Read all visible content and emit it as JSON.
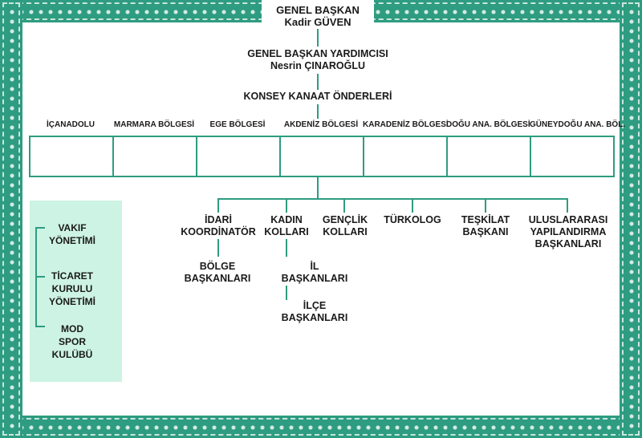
{
  "president": {
    "title": "GENEL BAŞKAN",
    "name": "Kadir GÜVEN"
  },
  "vice_president": {
    "title": "GENEL BAŞKAN YARDIMCISI",
    "name": "Nesrin ÇINAROĞLU"
  },
  "council": "KONSEY KANAAT ÖNDERLERİ",
  "regions": [
    "İÇANADOLU",
    "MARMARA BÖLGESİ",
    "EGE BÖLGESİ",
    "AKDENİZ BÖLGESİ",
    "KARADENİZ BÖLGESİ",
    "DOĞU ANA. BÖLGESİ",
    "GÜNEYDOĞU ANA. BÖL."
  ],
  "departments": {
    "admin": [
      "İDARİ",
      "KOORDİNATÖR"
    ],
    "women": [
      "KADIN",
      "KOLLARI"
    ],
    "youth": [
      "GENÇLİK",
      "KOLLARI"
    ],
    "turkology": "TÜRKOLOG",
    "organization": [
      "TEŞKİLAT",
      "BAŞKANI"
    ],
    "international": [
      "ULUSLARARASI",
      "YAPILANDIRMA",
      "BAŞKANLARI"
    ]
  },
  "sub_units": {
    "regional": [
      "BÖLGE",
      "BAŞKANLARI"
    ],
    "provincial": [
      "İL",
      "BAŞKANLARI"
    ],
    "district": [
      "İLÇE",
      "BAŞKANLARI"
    ]
  },
  "side_panel": {
    "foundation": [
      "VAKIF",
      "YÖNETİMİ"
    ],
    "trade": [
      "TİCARET",
      "KURULU",
      "YÖNETİMİ"
    ],
    "sports": [
      "MOD",
      "SPOR",
      "KULÜBÜ"
    ]
  },
  "colors": {
    "accent": "#2e9c80",
    "panel": "#cdf3e4"
  }
}
